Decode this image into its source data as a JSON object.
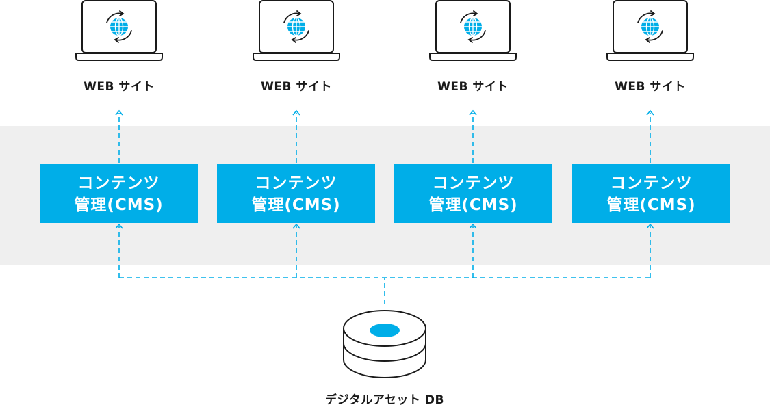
{
  "colors": {
    "accent": "#00aee8",
    "band": "#efefef",
    "line": "#1a1a1a"
  },
  "sites": [
    {
      "label": "WEB サイト",
      "icon": "laptop-globe-icon"
    },
    {
      "label": "WEB サイト",
      "icon": "laptop-globe-icon"
    },
    {
      "label": "WEB サイト",
      "icon": "laptop-globe-icon"
    },
    {
      "label": "WEB サイト",
      "icon": "laptop-globe-icon"
    }
  ],
  "cms": [
    {
      "line1": "コンテンツ",
      "line2": "管理(CMS)"
    },
    {
      "line1": "コンテンツ",
      "line2": "管理(CMS)"
    },
    {
      "line1": "コンテンツ",
      "line2": "管理(CMS)"
    },
    {
      "line1": "コンテンツ",
      "line2": "管理(CMS)"
    }
  ],
  "database": {
    "label": "デジタルアセット DB",
    "icon": "database-icon"
  }
}
